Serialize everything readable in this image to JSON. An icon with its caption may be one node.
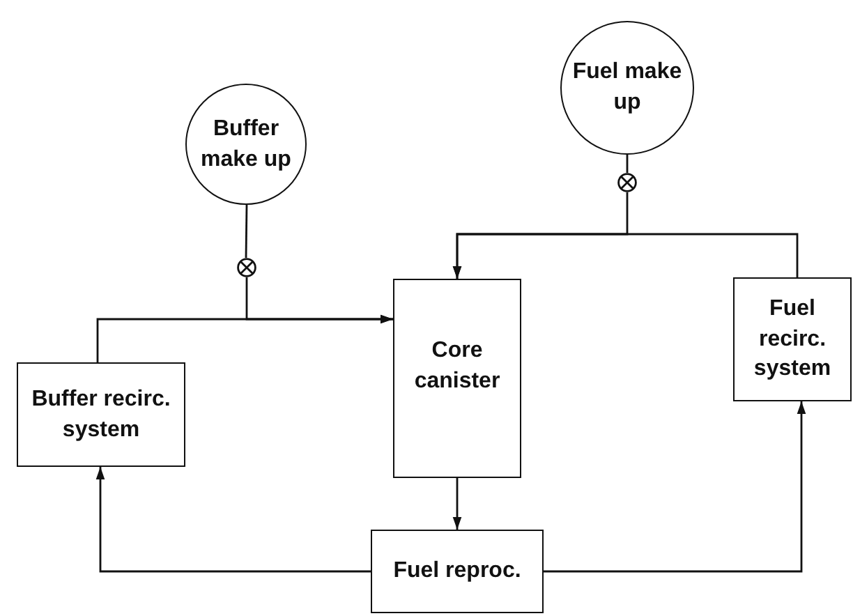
{
  "diagram": {
    "nodes": [
      {
        "text": [
          "Fuel make up"
        ]
      },
      {
        "text": [
          "Buffer make up"
        ]
      },
      {
        "text": [],
        "shape": "valve"
      },
      {
        "text": [],
        "shape": "valve"
      },
      {
        "text": [
          "Core canister"
        ]
      },
      {
        "text": [
          "Fuel recirc. system"
        ]
      },
      {
        "text": [
          "Buffer recirc. system"
        ]
      },
      {
        "text": [
          "Fuel reproc."
        ]
      }
    ],
    "edges": [
      {
        "from": 0,
        "to": 2,
        "arrow": "none"
      },
      {
        "from": 2,
        "to": 4,
        "arrow": "to"
      },
      {
        "from": 5,
        "to": 4,
        "arrow": "to"
      },
      {
        "from": 1,
        "to": 3,
        "arrow": "none"
      },
      {
        "from": 3,
        "to": 4,
        "arrow": "to"
      },
      {
        "from": 6,
        "to": 4,
        "arrow": "to"
      },
      {
        "from": 4,
        "to": 7,
        "arrow": "to"
      },
      {
        "from": 7,
        "to": 6,
        "arrow": "to"
      },
      {
        "from": 7,
        "to": 5,
        "arrow": "to"
      }
    ]
  }
}
